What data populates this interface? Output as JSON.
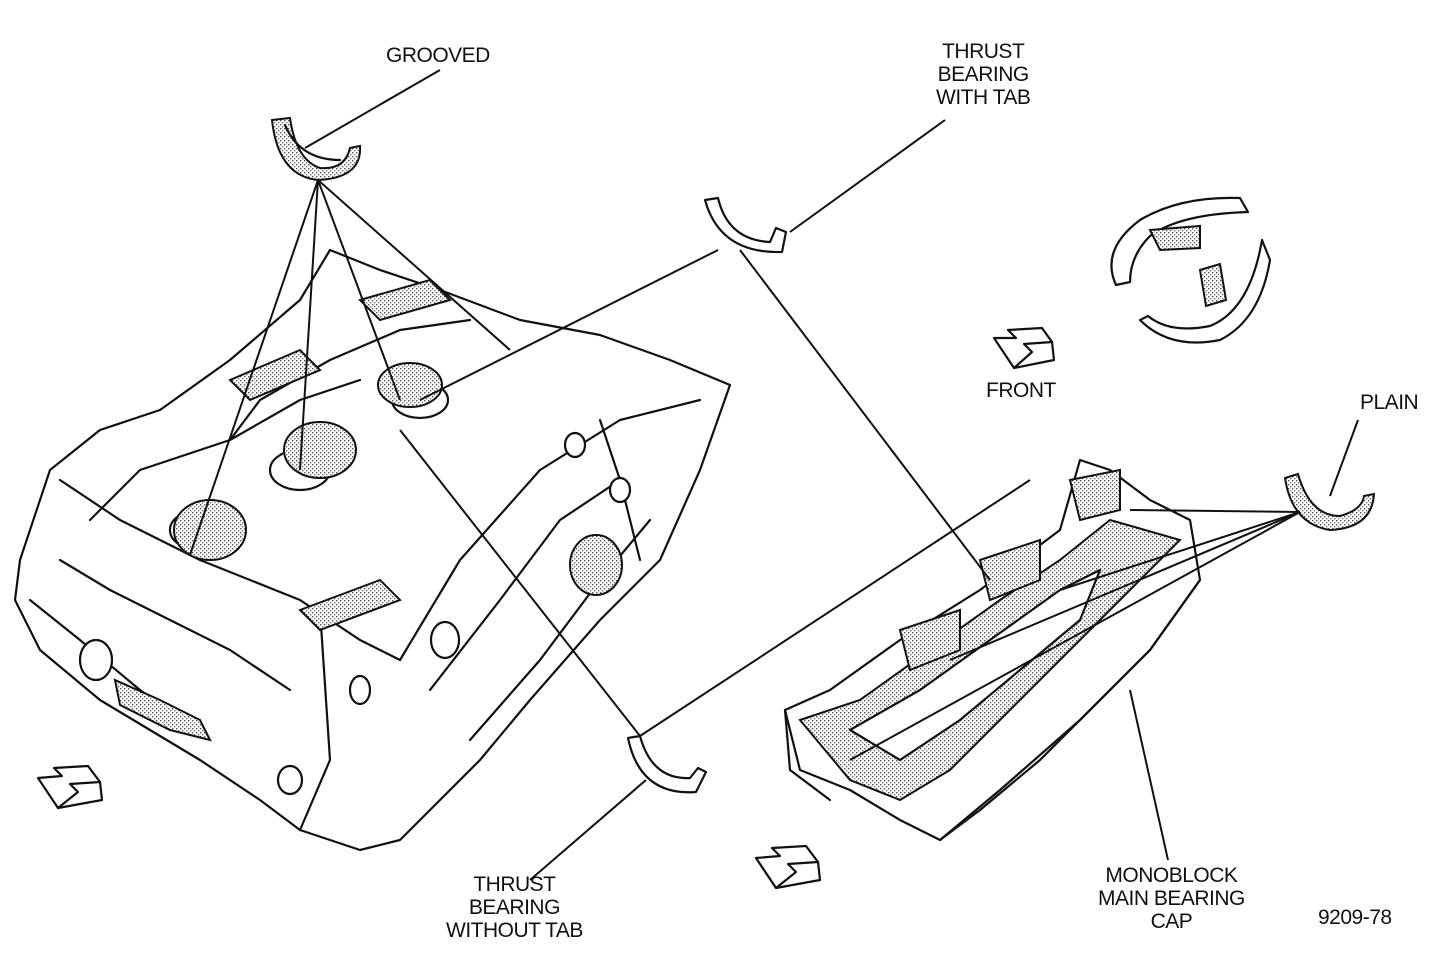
{
  "labels": {
    "grooved": "GROOVED",
    "thrust_with_tab": [
      "THRUST",
      "BEARING",
      "WITH TAB"
    ],
    "front": "FRONT",
    "plain": "PLAIN",
    "thrust_without_tab": [
      "THRUST",
      "BEARING",
      "WITHOUT TAB"
    ],
    "monoblock": [
      "MONOBLOCK",
      "MAIN BEARING",
      "CAP"
    ],
    "figure_number": "9209-78"
  },
  "icons": {
    "front_arrow": "front-direction-arrow-icon"
  },
  "colors": {
    "ink": "#111111",
    "paper": "#ffffff",
    "stipple": "#8a8a8a"
  }
}
